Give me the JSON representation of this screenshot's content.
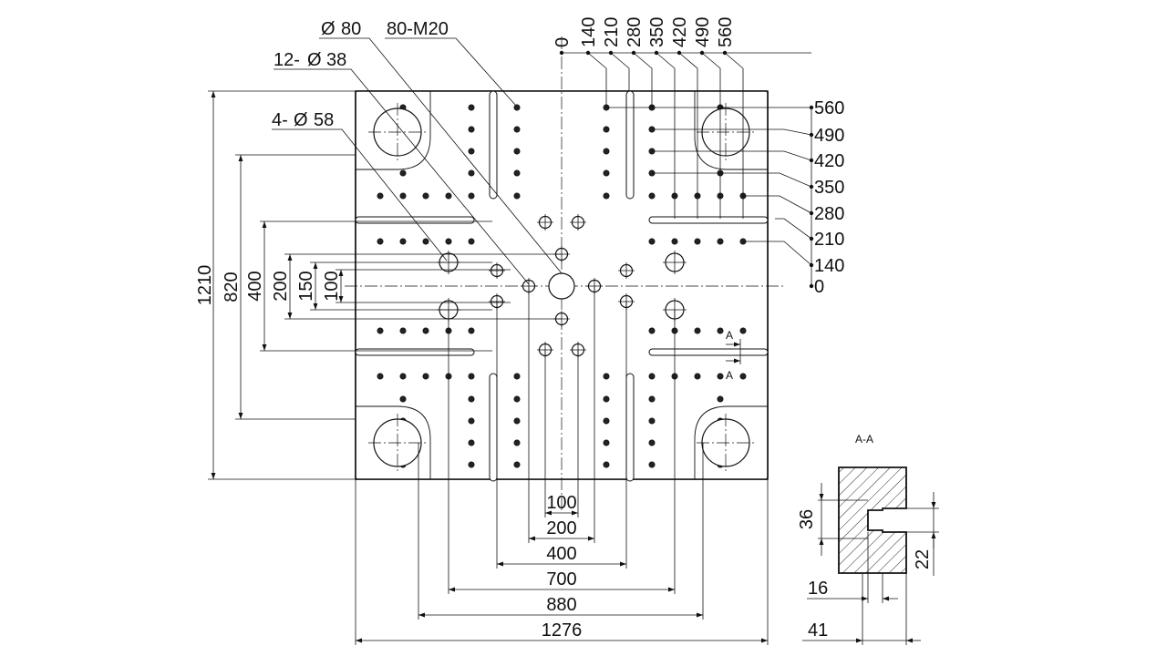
{
  "labels": {
    "pos_x": [
      "0",
      "140",
      "210",
      "280",
      "350",
      "420",
      "490",
      "560"
    ],
    "pos_y": [
      "560",
      "490",
      "420",
      "350",
      "280",
      "210",
      "140",
      "0"
    ],
    "callouts": {
      "phi80": "80",
      "m20": "80-M20",
      "phi38": "12-",
      "phi38_val": "38",
      "phi58": "4-",
      "phi58_val": "58"
    },
    "vertical_dims": [
      "1210",
      "820",
      "400",
      "200",
      "150",
      "100"
    ],
    "horizontal_dims": [
      "100",
      "200",
      "400",
      "700",
      "880",
      "1276"
    ],
    "section_marker": "A",
    "section": {
      "title": "A-A",
      "dims": [
        "36",
        "22",
        "16",
        "41"
      ]
    }
  }
}
